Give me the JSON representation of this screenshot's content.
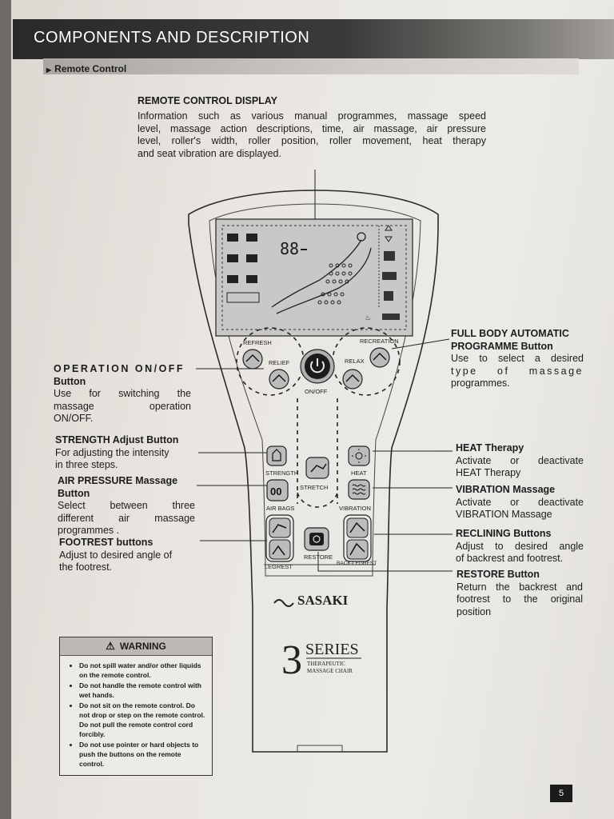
{
  "header": {
    "title": "COMPONENTS AND DESCRIPTION",
    "section": "Remote Control"
  },
  "display": {
    "heading": "REMOTE CONTROL DISPLAY",
    "lines": [
      "Information such as various manual programmes, massage speed",
      "level, massage action descriptions, time, air massage, air pressure",
      "level, roller's width, roller position, roller movement,  heat therapy",
      "and seat vibration are displayed."
    ],
    "digits": "88"
  },
  "operation": {
    "heading": "OPERATION  ON/OFF",
    "sub": "Button",
    "lines": [
      "Use for switching the",
      "massage operation",
      "ON/OFF."
    ]
  },
  "strength": {
    "heading": "STRENGTH Adjust Button",
    "lines": [
      "For adjusting the intensity",
      "in three steps."
    ]
  },
  "air": {
    "heading": "AIR PRESSURE Massage",
    "sub": "Button",
    "lines": [
      "Select between three",
      "different air massage",
      "programmes ."
    ]
  },
  "footrest": {
    "heading": "FOOTREST buttons",
    "lines": [
      "Adjust to desired angle of",
      "the footrest."
    ]
  },
  "full_body": {
    "heading1": "FULL BODY AUTOMATIC",
    "heading2": "PROGRAMME Button",
    "lines": [
      "Use to select a desired",
      "type of massage",
      "programmes."
    ]
  },
  "heat": {
    "heading": "HEAT Therapy",
    "lines": [
      "Activate or deactivate",
      "HEAT Therapy"
    ]
  },
  "vibration": {
    "heading": "VIBRATION Massage",
    "lines": [
      "Activate or deactivate",
      "VIBRATION Massage"
    ]
  },
  "reclining": {
    "heading": "RECLINING Buttons",
    "lines": [
      "Adjust to desired angle",
      "of backrest and footrest."
    ]
  },
  "restore": {
    "heading": "RESTORE Button",
    "lines": [
      "Return the backrest and",
      "footrest to the original",
      "position"
    ]
  },
  "remote_labels": {
    "refresh": "REFRESH",
    "recreation": "RECREATION",
    "relief": "RELIEF",
    "relax": "RELAX",
    "onoff": "ON/OFF",
    "strength": "STRENGTH",
    "heat": "HEAT",
    "stretch": "STRETCH",
    "air_bags": "AIR BAGS",
    "vibration": "VIBRATION",
    "restore": "RESTORE",
    "legrest": "LEGREST",
    "back_legrest": "BACK-LEGREST",
    "air_symbol": "00"
  },
  "brand": {
    "name": "SASAKI",
    "series_num": "3",
    "series_word": "SERIES",
    "sub1": "THERAPEUTIC",
    "sub2": "MASSAGE CHAIR"
  },
  "warning": {
    "title": "WARNING",
    "items": [
      "Do not spill water and/or other liquids on the remote control.",
      "Do not handle the remote control with wet hands.",
      "Do not sit on the remote control. Do not drop or step on the remote control. Do not pull the remote control cord forcibly.",
      "Do not use pointer or hard objects to push the buttons on the remote control."
    ]
  },
  "page_number": "5"
}
